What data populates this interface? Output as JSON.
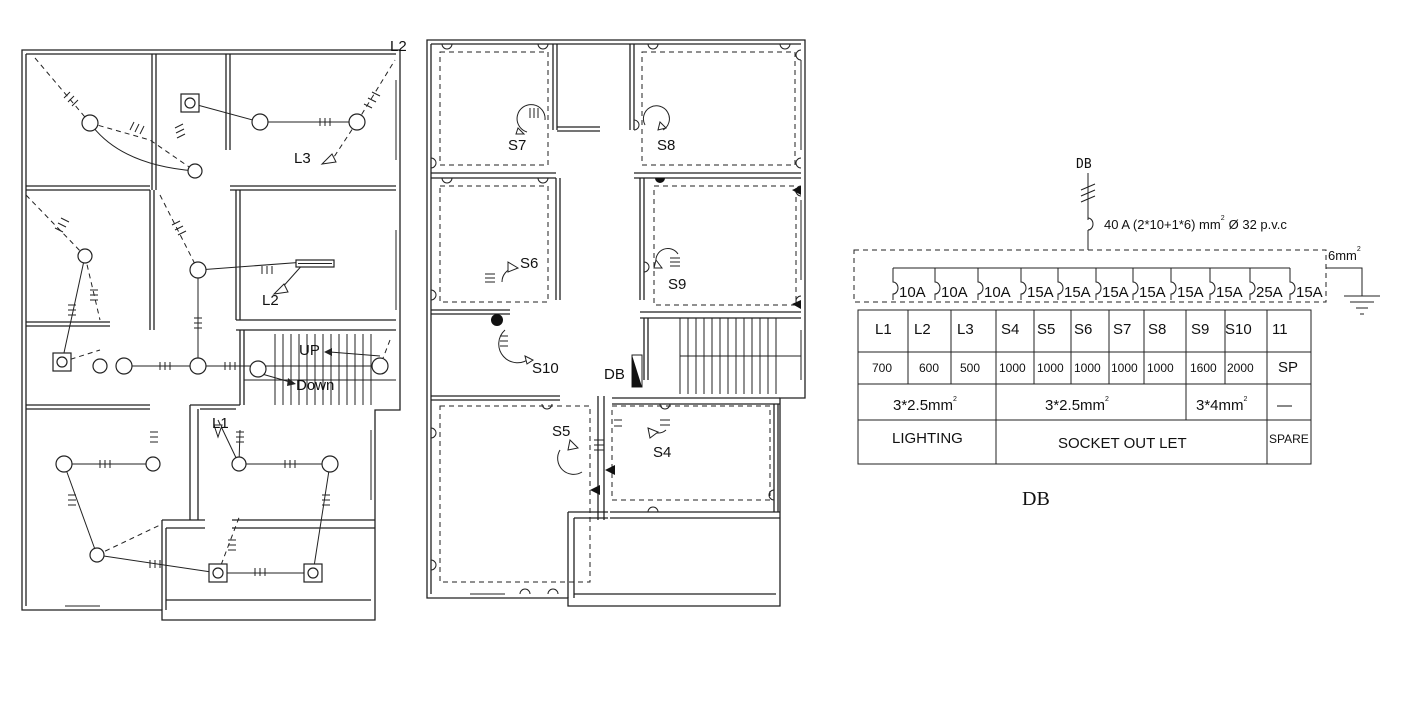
{
  "plan1": {
    "labels": {
      "l1": "L1",
      "l2a": "L2",
      "l2b": "L2",
      "l3": "L3",
      "up": "UP",
      "down": "Down"
    }
  },
  "plan2": {
    "labels": {
      "s4": "S4",
      "s5": "S5",
      "s6": "S6",
      "s7": "S7",
      "s8": "S8",
      "s9": "S9",
      "s10": "S10",
      "db": "DB"
    }
  },
  "db_diagram": {
    "feed_label": "DB",
    "feeder": "40 A (2*10+1*6) mm",
    "feeder_sup": "2",
    "feeder_conduit": "Ø 32 p.v.c",
    "earth": "6mm",
    "earth_sup": "2",
    "breakers": [
      "10A",
      "10A",
      "10A",
      "15A",
      "15A",
      "15A",
      "15A",
      "15A",
      "15A",
      "25A",
      "15A"
    ],
    "circuits": [
      "L1",
      "L2",
      "L3",
      "S4",
      "S5",
      "S6",
      "S7",
      "S8",
      "S9",
      "S10",
      "11"
    ],
    "loads": [
      "700",
      "600",
      "500",
      "1000",
      "1000",
      "1000",
      "1000",
      "1000",
      "1600",
      "2000",
      "SP"
    ],
    "cable_lighting": "3*2.5mm",
    "cable_socket": "3*2.5mm",
    "cable_large": "3*4mm",
    "cable_sup": "2",
    "cable_spare": "—",
    "group_lighting": "LIGHTING",
    "group_socket": "SOCKET OUT LET",
    "group_spare": "SPARE",
    "caption": "DB"
  }
}
